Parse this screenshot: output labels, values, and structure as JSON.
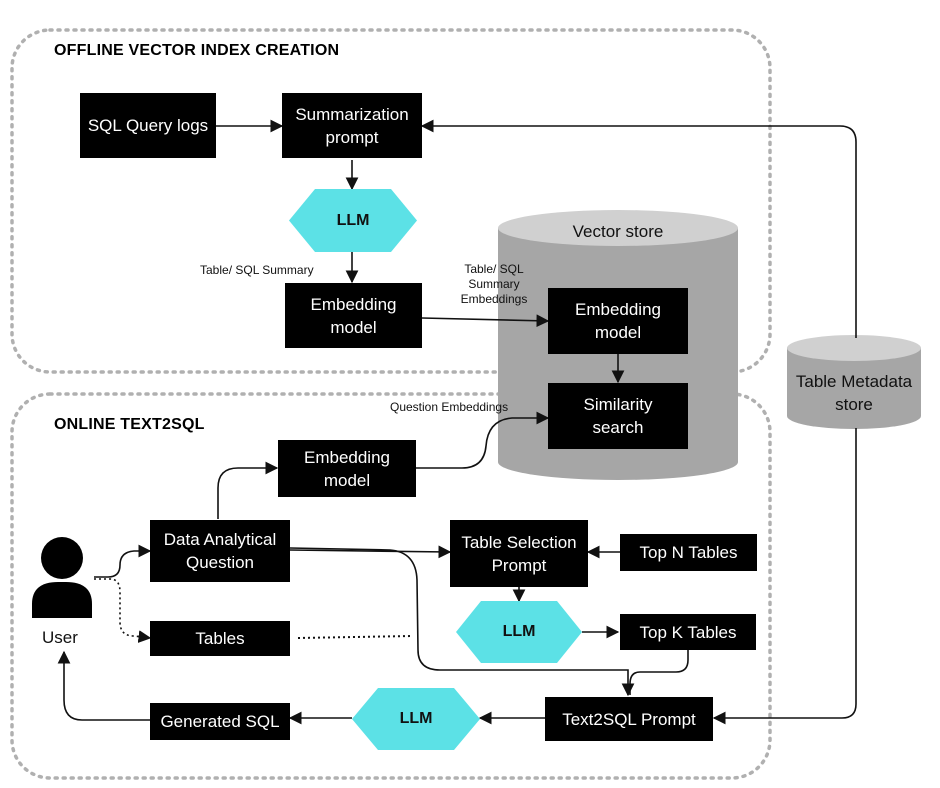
{
  "sections": {
    "offline_title": "OFFLINE VECTOR INDEX CREATION",
    "online_title": "ONLINE TEXT2SQL"
  },
  "nodes": {
    "sql_query_logs": "SQL Query logs",
    "summarization_prompt": "Summarization\nprompt",
    "llm_offline": "LLM",
    "embedding_model_offline": "Embedding\nmodel",
    "embedding_model_store": "Embedding\nmodel",
    "similarity_search": "Similarity\nsearch",
    "embedding_model_online": "Embedding\nmodel",
    "data_analytical_question": "Data Analytical\nQuestion",
    "table_selection_prompt": "Table Selection\nPrompt",
    "top_n_tables": "Top N Tables",
    "llm_selection": "LLM",
    "top_k_tables": "Top K Tables",
    "tables": "Tables",
    "text2sql_prompt": "Text2SQL Prompt",
    "llm_generation": "LLM",
    "generated_sql": "Generated SQL"
  },
  "stores": {
    "vector_store": "Vector store",
    "table_metadata_store": "Table Metadata\nstore"
  },
  "edge_labels": {
    "table_sql_summary": "Table/ SQL Summary",
    "summary_embeddings": "Table/ SQL\nSummary\nEmbeddings",
    "question_embeddings": "Question Embeddings"
  },
  "user": {
    "label": "User"
  },
  "colors": {
    "box_fill": "#000000",
    "box_text": "#ffffff",
    "llm_fill": "#5ce1e6",
    "cylinder_fill": "#a6a6a6",
    "cylinder_top": "#d0d0d0",
    "section_border": "#b0b0b0"
  }
}
